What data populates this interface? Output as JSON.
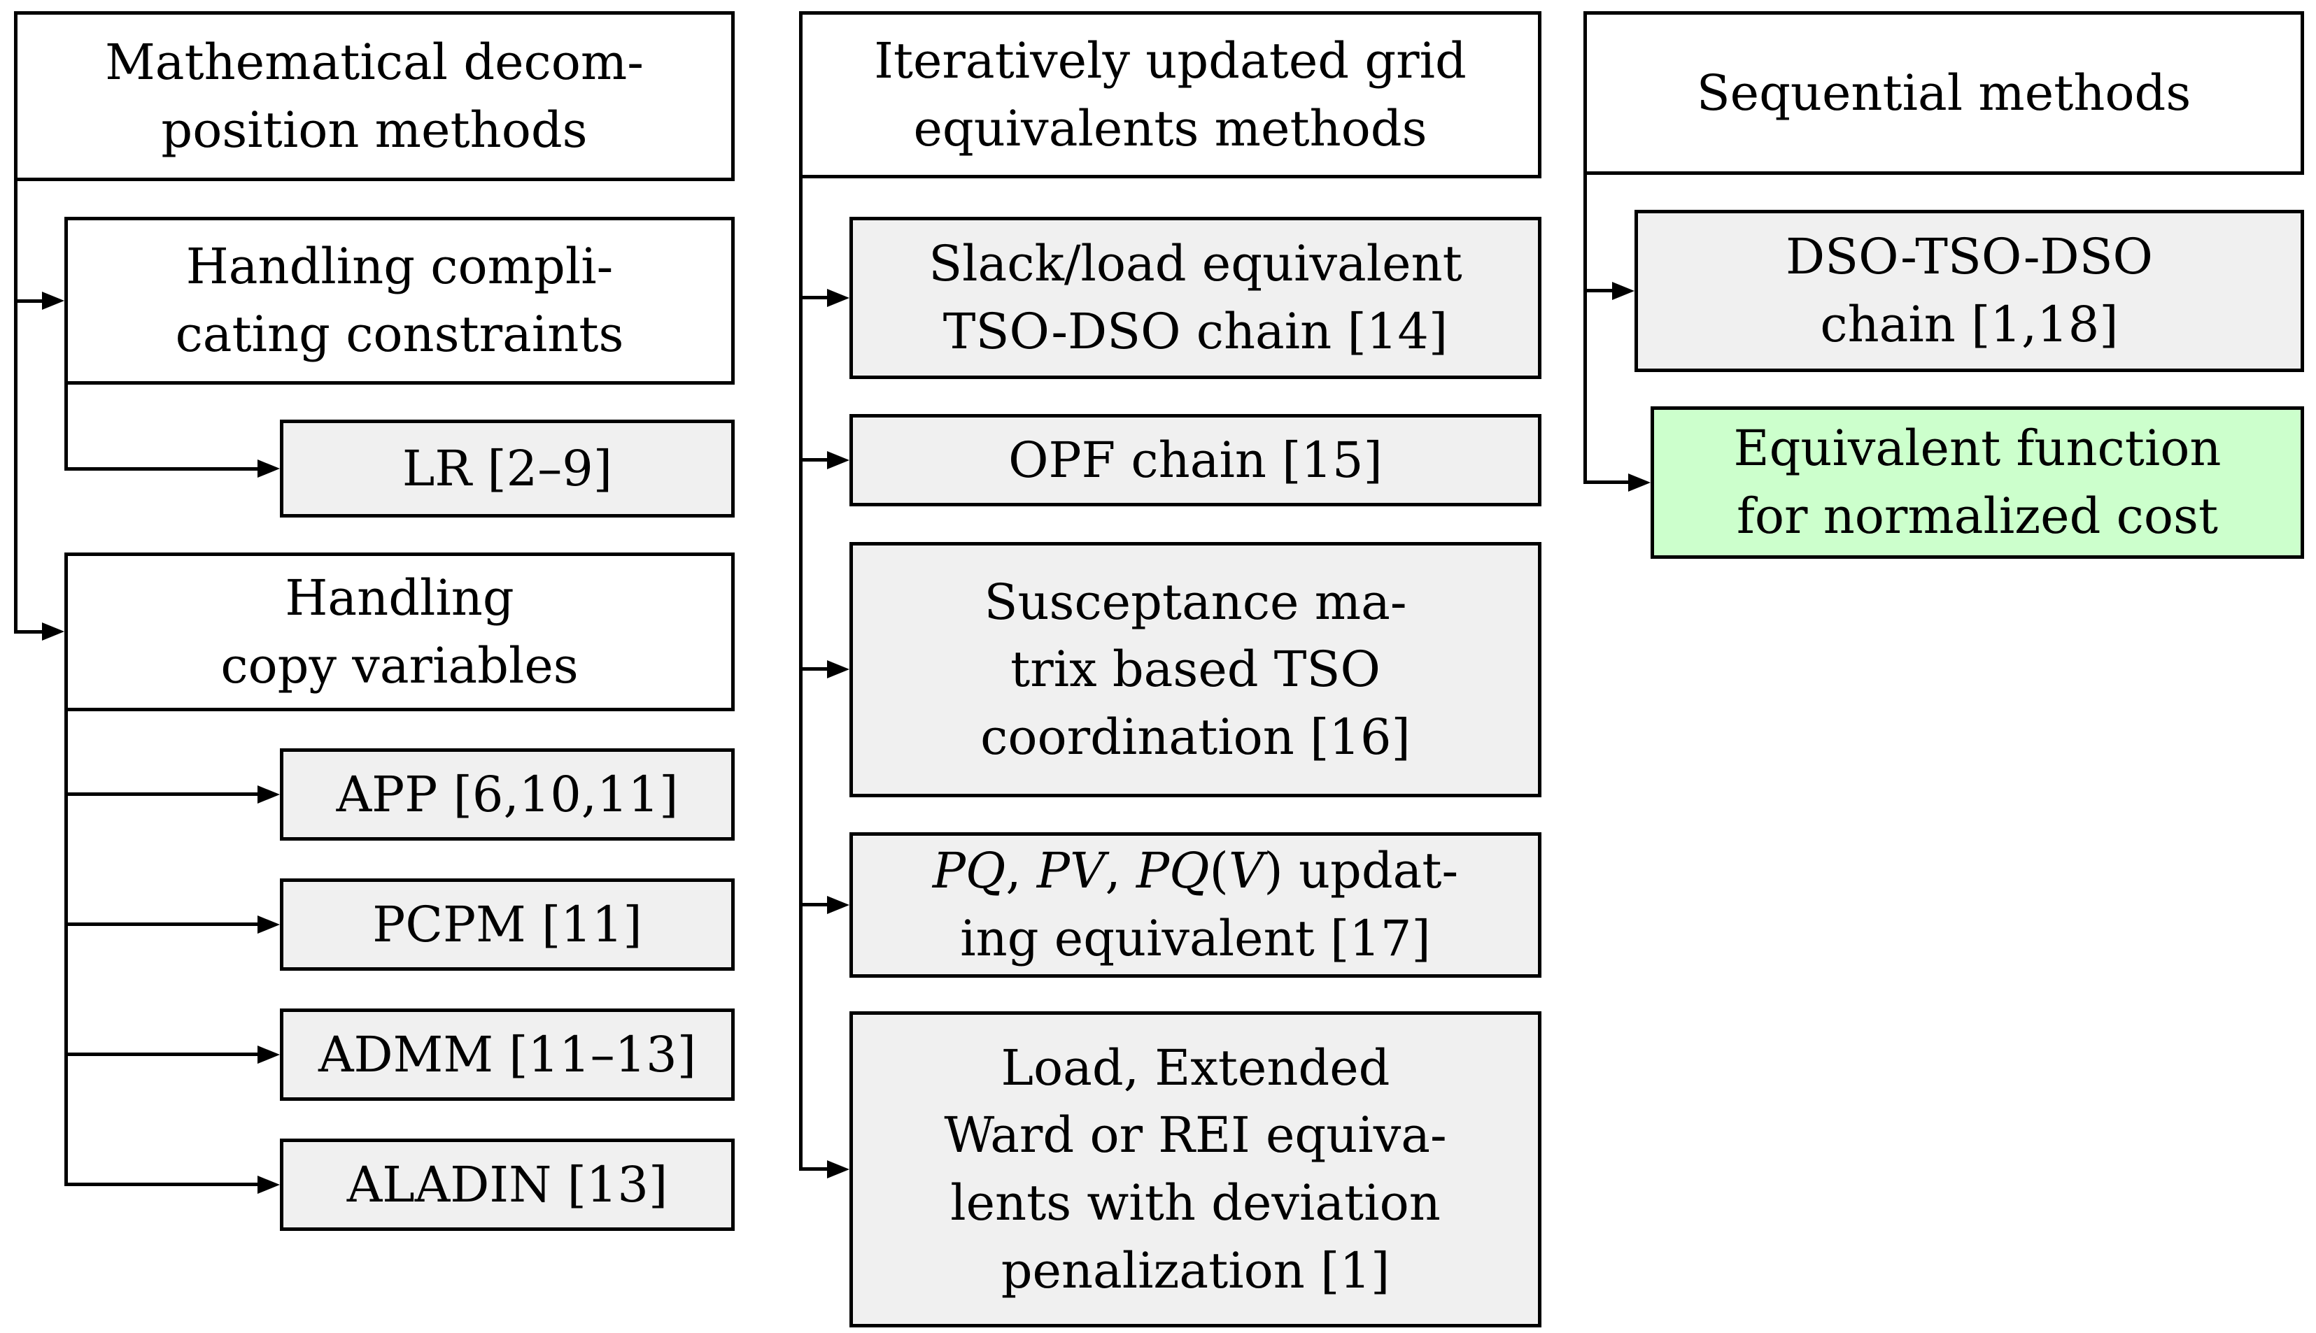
{
  "colors": {
    "background": "#ffffff",
    "border": "#000000",
    "leaf_fill": "#f0f0f0",
    "highlight_fill": "#ccffcc",
    "category_fill": "#ffffff"
  },
  "left": {
    "title": [
      "Mathematical decom-",
      "position methods"
    ],
    "handling_constraints": [
      "Handling compli-",
      "cating constraints"
    ],
    "lr": "LR [2–9]",
    "handling_copy": [
      "Handling",
      "copy variables"
    ],
    "app": "APP [6,10,11]",
    "pcpm": "PCPM [11]",
    "admm": "ADMM [11–13]",
    "aladin": "ALADIN [13]"
  },
  "middle": {
    "title": [
      "Iteratively updated grid",
      "equivalents methods"
    ],
    "slack": [
      "Slack/load equivalent",
      "TSO-DSO chain [14]"
    ],
    "opf": "OPF chain [15]",
    "susceptance": [
      "Susceptance ma-",
      "trix based TSO",
      "coordination [16]"
    ],
    "pq": {
      "line1": [
        {
          "text": "PQ",
          "italic": true
        },
        {
          "text": ", ",
          "italic": false
        },
        {
          "text": "PV",
          "italic": true
        },
        {
          "text": ", ",
          "italic": false
        },
        {
          "text": "PQ",
          "italic": true
        },
        {
          "text": "(",
          "italic": false
        },
        {
          "text": "V",
          "italic": true
        },
        {
          "text": ") updat-",
          "italic": false
        }
      ],
      "line2": "ing equivalent [17]"
    },
    "load": [
      "Load, Extended",
      "Ward or REI equiva-",
      "lents with deviation",
      "penalization [1]"
    ]
  },
  "right": {
    "title": "Sequential methods",
    "dso": [
      "DSO-TSO-DSO",
      "chain [1,18]"
    ],
    "equivalent": [
      "Equivalent function",
      "for normalized cost"
    ]
  }
}
